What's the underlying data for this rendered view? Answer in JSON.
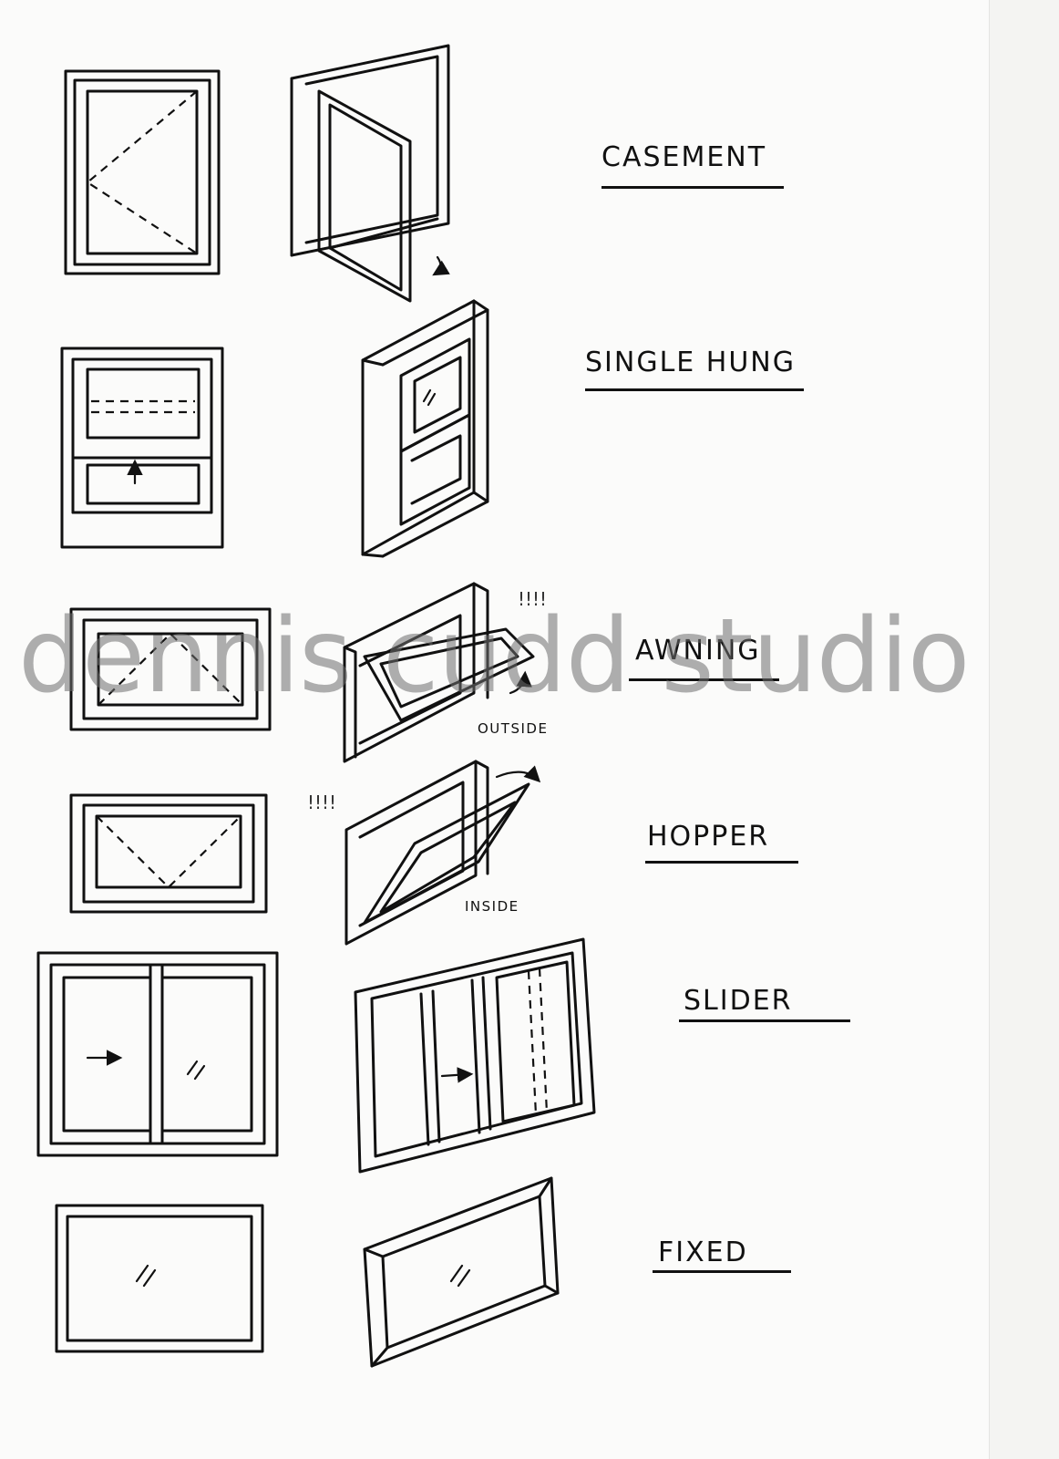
{
  "window_types": [
    {
      "id": "casement",
      "label": "Casement"
    },
    {
      "id": "single-hung",
      "label": "Single Hung"
    },
    {
      "id": "awning",
      "label": "Awning",
      "note": "OUTSIDE"
    },
    {
      "id": "hopper",
      "label": "Hopper",
      "note": "INSIDE"
    },
    {
      "id": "slider",
      "label": "Slider"
    },
    {
      "id": "fixed",
      "label": "Fixed"
    }
  ],
  "watermark": "dennis cudd studio",
  "motion_marks": "!!!!",
  "colors": {
    "ink": "#111111",
    "paper": "#fbfbfa",
    "watermark": "#6e6e6e"
  }
}
